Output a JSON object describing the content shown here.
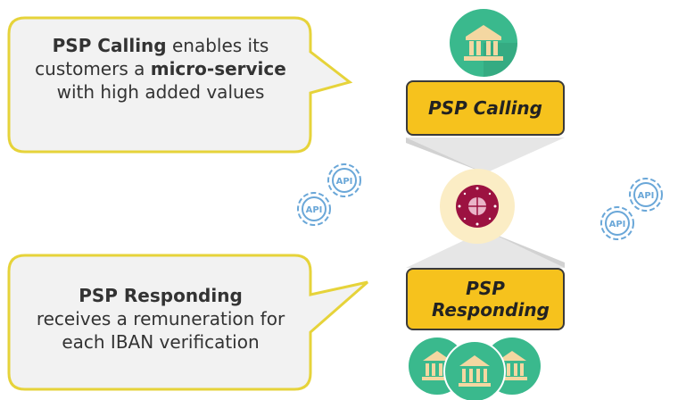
{
  "callout_top": {
    "part1_bold": "PSP Calling",
    "part2": " enables its customers a ",
    "part3_bold": "micro-service",
    "part4": " with high added values"
  },
  "callout_bottom": {
    "title_bold": "PSP Responding",
    "body": "receives a remuneration for each IBAN verification"
  },
  "psp_calling_label": "PSP Calling",
  "psp_responding_label": "PSP Responding",
  "api_icon_text": "API",
  "colors": {
    "callout_fill": "#f2f2f2",
    "callout_border": "#e6d33a",
    "label_fill": "#f6c21d",
    "bank_circle": "#3ab98d",
    "bank_building": "#f4d7a1",
    "hub_outer": "#fbedc5",
    "hub_inner": "#9c1241",
    "api_gear": "#6aa7d8"
  }
}
